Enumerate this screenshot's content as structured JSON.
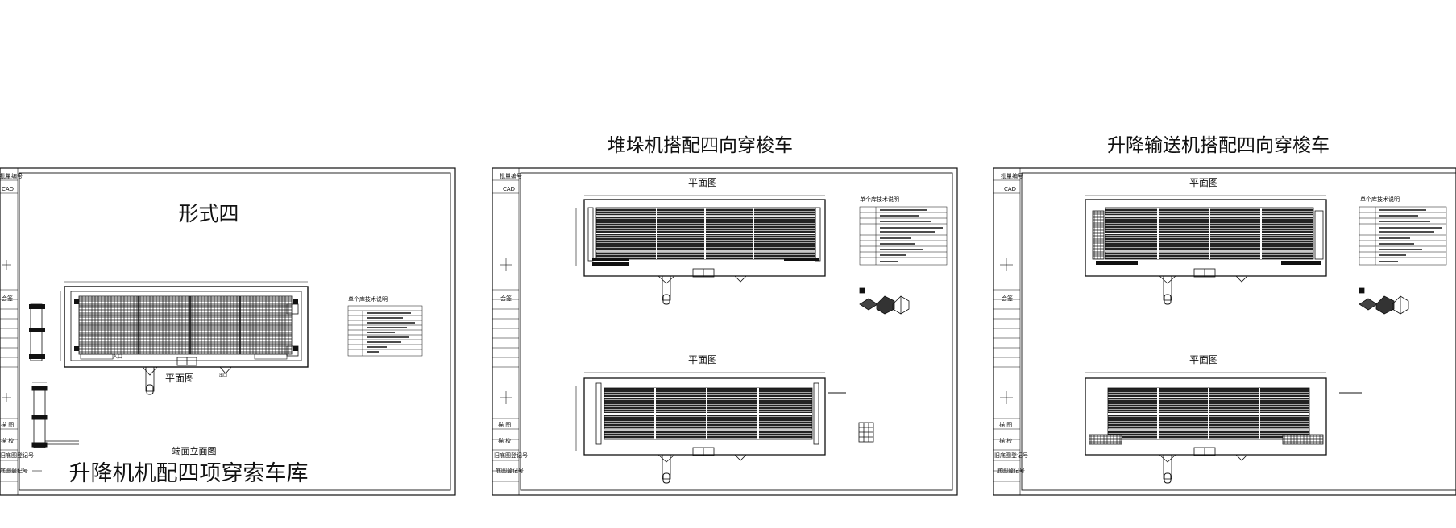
{
  "sheets": [
    {
      "heading": "",
      "title_block": {
        "rows_top": [
          "批量编号",
          "CAD"
        ],
        "cells": [
          "会签",
          "描 图",
          "描 校",
          "旧底图登记号",
          "底图登记号"
        ]
      },
      "form_label": "形式四",
      "plan_label": "平面图",
      "elevation_label": "端面立面图",
      "bottom_title": "升降机机配四项穿索车库",
      "spec_title": "单个库技术说明",
      "entry_label": "入口",
      "exit_label": "出口"
    },
    {
      "heading": "堆垛机搭配四向穿梭车",
      "title_block": {
        "rows_top": [
          "批量编号",
          "CAD"
        ],
        "cells": [
          "会签",
          "描 图",
          "描 校",
          "旧底图登记号",
          "底图登记号"
        ]
      },
      "plan_label_top": "平面图",
      "plan_label_bottom": "平面图",
      "spec_title": "单个库技术说明"
    },
    {
      "heading": "升降输送机搭配四向穿梭车",
      "title_block": {
        "rows_top": [
          "批量编号",
          "CAD"
        ],
        "cells": [
          "会签",
          "描 图",
          "描 校",
          "旧底图登记号",
          "底图登记号"
        ]
      },
      "plan_label_top": "平面图",
      "plan_label_bottom": "平面图",
      "spec_title": "单个库技术说明"
    }
  ],
  "colors": {
    "line": "#111111",
    "background": "#ffffff"
  }
}
